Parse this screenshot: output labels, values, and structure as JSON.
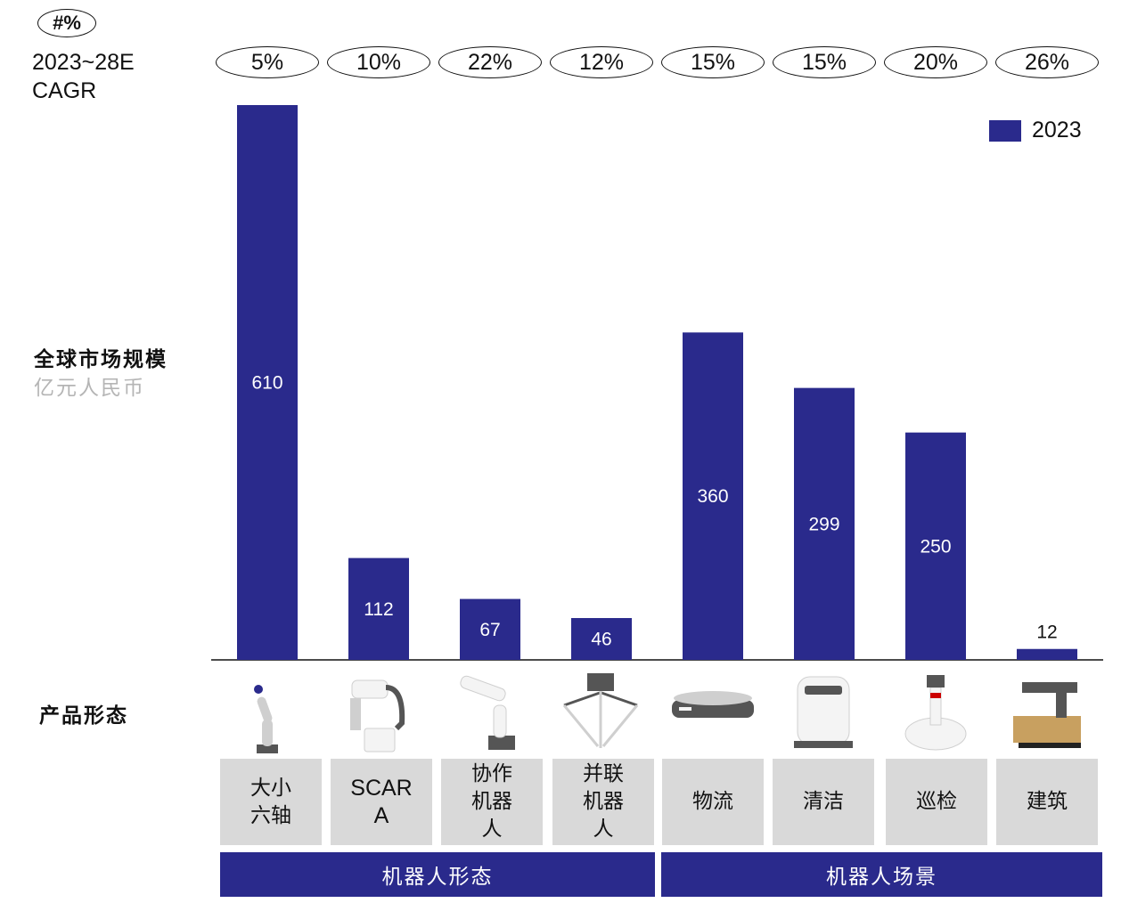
{
  "cagr_symbol": "#%",
  "cagr_label_line1": "2023~28E",
  "cagr_label_line2": "CAGR",
  "y_axis_label_line1": "全球市场规模",
  "y_axis_label_line2": "亿元人民币",
  "product_row_label": "产品形态",
  "groups": [
    {
      "label": "机器人形态"
    },
    {
      "label": "机器人场景"
    }
  ],
  "colors": {
    "bar": "#2a2a8c",
    "bar_label_light": "#ffffff",
    "bar_label_dark": "#111111",
    "category_box": "#d9d9d9"
  },
  "chart_data": {
    "type": "bar",
    "categories": [
      "大小\n六轴",
      "SCAR\nA",
      "协作\n机器\n人",
      "并联\n机器\n人",
      "物流",
      "清洁",
      "巡检",
      "建筑"
    ],
    "series": [
      {
        "name": "2023",
        "values": [
          610,
          112,
          67,
          46,
          360,
          299,
          250,
          12
        ]
      }
    ],
    "cagr": [
      "5%",
      "10%",
      "22%",
      "12%",
      "15%",
      "15%",
      "20%",
      "26%"
    ],
    "ylabel": "全球市场规模 亿元人民币",
    "ylim": [
      0,
      610
    ],
    "grid": false,
    "legend": "top-right"
  },
  "robot_icons": [
    "six-axis-robot-icon",
    "scara-robot-icon",
    "collaborative-robot-icon",
    "parallel-robot-icon",
    "logistics-robot-icon",
    "cleaning-robot-icon",
    "inspection-robot-icon",
    "construction-robot-icon"
  ]
}
